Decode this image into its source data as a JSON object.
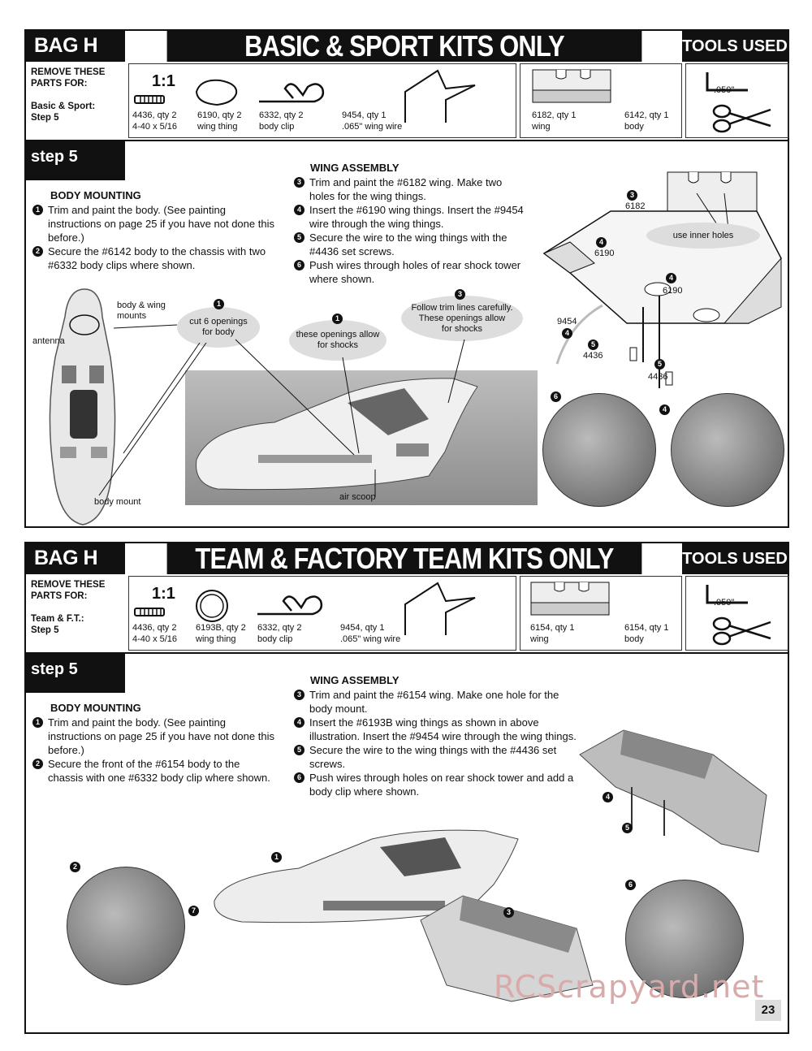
{
  "top": {
    "bag": "BAG H",
    "title": "BASIC & SPORT KITS ONLY",
    "tools_title": "TOOLS USED",
    "remove_line1": "REMOVE THESE",
    "remove_line2": "PARTS FOR:",
    "remove_kit": "Basic & Sport:",
    "remove_step": "Step 5",
    "scale": "1:1",
    "parts": [
      {
        "line1": "4436, qty 2",
        "line2": "4-40 x 5/16"
      },
      {
        "line1": "6190, qty 2",
        "line2": "wing thing"
      },
      {
        "line1": "6332, qty 2",
        "line2": "body clip"
      },
      {
        "line1": "9454, qty 1",
        "line2": ".065\" wing wire"
      },
      {
        "line1": "6182, qty 1",
        "line2": "wing"
      },
      {
        "line1": "6142, qty 1",
        "line2": "body"
      }
    ],
    "tool_size": ".050\"",
    "step": "step 5",
    "body_heading": "BODY MOUNTING",
    "body_items": [
      "Trim and paint the body. (See painting instructions on page 25 if you have not done this before.)",
      "Secure the #6142 body to the chassis with two #6332 body clips where shown."
    ],
    "wing_heading": "WING ASSEMBLY",
    "wing_items": [
      {
        "n": "3",
        "t": "Trim and paint the #6182 wing. Make two holes for the wing things."
      },
      {
        "n": "4",
        "t": "Insert the #6190 wing things. Insert the #9454 wire through the wing things."
      },
      {
        "n": "5",
        "t": "Secure the wire to the wing things with the #4436 set screws."
      },
      {
        "n": "6",
        "t": "Push wires through holes of rear shock tower where shown."
      }
    ],
    "callouts": {
      "body_wing_mounts": "body & wing mounts",
      "antenna": "antenna",
      "cut_openings_1": "cut 6 openings",
      "cut_openings_2": "for  body",
      "shock_openings_1": "these openings allow",
      "shock_openings_2": "for shocks",
      "trim_1": "Follow trim lines carefully.",
      "trim_2": "These openings allow",
      "trim_3": "for shocks",
      "body_mount": "body mount",
      "air_scoop": "air scoop",
      "inner_holes": "use inner holes",
      "p6182": "6182",
      "p6190a": "6190",
      "p6190b": "6190",
      "p9454": "9454",
      "p4436a": "4436",
      "p4436b": "4436"
    }
  },
  "bottom": {
    "bag": "BAG H",
    "title": "TEAM & FACTORY TEAM KITS ONLY",
    "tools_title": "TOOLS USED",
    "remove_line1": "REMOVE THESE",
    "remove_line2": "PARTS FOR:",
    "remove_kit": "Team & F.T.:",
    "remove_step": "Step 5",
    "scale": "1:1",
    "parts": [
      {
        "line1": "4436, qty 2",
        "line2": "4-40 x 5/16"
      },
      {
        "line1": "6193B, qty 2",
        "line2": "wing thing"
      },
      {
        "line1": "6332, qty 2",
        "line2": "body clip"
      },
      {
        "line1": "9454, qty 1",
        "line2": ".065\" wing wire"
      },
      {
        "line1": "6154, qty 1",
        "line2": "wing"
      },
      {
        "line1": "6154, qty 1",
        "line2": "body"
      }
    ],
    "tool_size": ".050\"",
    "step": "step 5",
    "body_heading": "BODY MOUNTING",
    "body_items": [
      "Trim and paint the body. (See painting instructions on page 25 if you have not done this before.)",
      "Secure the front of the #6154 body to the chassis with one #6332 body clip where shown."
    ],
    "wing_heading": "WING ASSEMBLY",
    "wing_items": [
      {
        "n": "3",
        "t": "Trim and paint the #6154 wing. Make one hole for the body mount."
      },
      {
        "n": "4",
        "t": "Insert the #6193B wing things as shown in above illustration. Insert the #9454 wire through the wing things."
      },
      {
        "n": "5",
        "t": "Secure the wire to the wing things with the #4436 set screws."
      },
      {
        "n": "6",
        "t": "Push wires through holes on rear shock tower and add a body clip where shown."
      }
    ]
  },
  "footer": {
    "watermark": "RCScrapyard.net",
    "page_number": "23"
  }
}
